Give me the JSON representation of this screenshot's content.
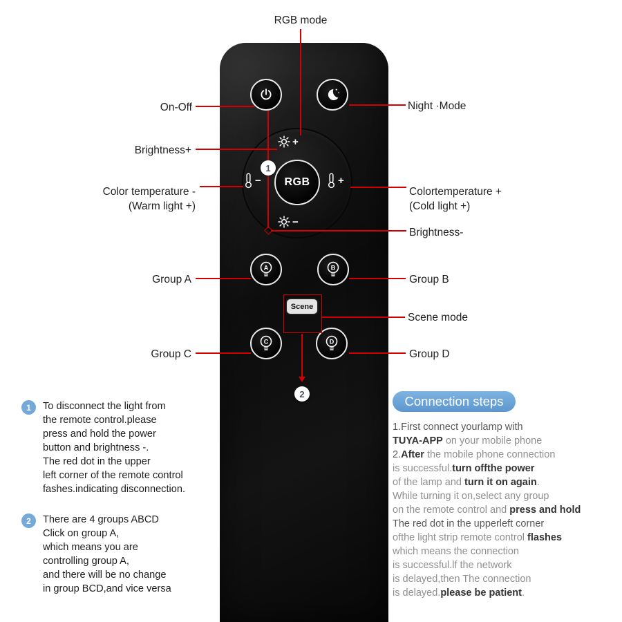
{
  "labels": {
    "rgb_mode": "RGB mode",
    "on_off": "On-Off",
    "night_mode": "Night ·Mode",
    "brightness_plus": "Brightness+",
    "color_temp_minus": "Color temperature -\n(Warm light +)",
    "color_temp_plus": "Colortemperature +\n(Cold light +)",
    "brightness_minus": "Brightness-",
    "group_a": "Group A",
    "group_b": "Group B",
    "group_c": "Group C",
    "group_d": "Group D",
    "scene_mode": "Scene mode"
  },
  "remote": {
    "rgb_button": "RGB",
    "scene_button": "Scene",
    "group_letters": [
      "A",
      "B",
      "C",
      "D"
    ],
    "callout_1": "1",
    "callout_2": "2"
  },
  "colors": {
    "annotation_red": "#d20000",
    "badge_blue": "#74a9d8",
    "pill_blue": "#5e97cf"
  },
  "notes": [
    {
      "num": "1",
      "text": "To disconnect the light from\nthe remote control.please\npress and hold the power\nbutton and brightness -.\nThe red dot in the upper\nleft corner of the remote control\nfashes.indicating disconnection."
    },
    {
      "num": "2",
      "text": "There are 4 groups ABCD\nClick on group A,\nwhich means you are\ncontrolling group A,\nand there will be no change\nin group BCD,and vice versa"
    }
  ],
  "connection": {
    "title": "Connection steps",
    "lines": [
      [
        {
          "t": "1.First connect yourlamp with",
          "s": "d"
        }
      ],
      [
        {
          "t": "TUYA-APP",
          "s": "b"
        },
        {
          "t": " on your mobile phone",
          "s": "n"
        }
      ],
      [
        {
          "t": "2.",
          "s": "d"
        },
        {
          "t": "After",
          "s": "b"
        },
        {
          "t": " the mobile phone connection",
          "s": "n"
        }
      ],
      [
        {
          "t": "is successful.",
          "s": "n"
        },
        {
          "t": "turn offthe power",
          "s": "b"
        }
      ],
      [
        {
          "t": "of the lamp and ",
          "s": "n"
        },
        {
          "t": "turn it on again",
          "s": "b"
        },
        {
          "t": ".",
          "s": "n"
        }
      ],
      [
        {
          "t": "While turning it on,select any group",
          "s": "n"
        }
      ],
      [
        {
          "t": "on the remote control and ",
          "s": "n"
        },
        {
          "t": "press and hold",
          "s": "b"
        }
      ],
      [
        {
          "t": "The red dot in the upperleft corner",
          "s": "d"
        }
      ],
      [
        {
          "t": "ofthe light strip remote control ",
          "s": "n"
        },
        {
          "t": "flashes",
          "s": "b"
        }
      ],
      [
        {
          "t": "which means the connection",
          "s": "n"
        }
      ],
      [
        {
          "t": "is successful.lf the network",
          "s": "n"
        }
      ],
      [
        {
          "t": "is delayed,then The connection",
          "s": "n"
        }
      ],
      [
        {
          "t": "is delayed.",
          "s": "n"
        },
        {
          "t": "please be patient",
          "s": "b"
        },
        {
          "t": ".",
          "s": "n"
        }
      ]
    ]
  }
}
